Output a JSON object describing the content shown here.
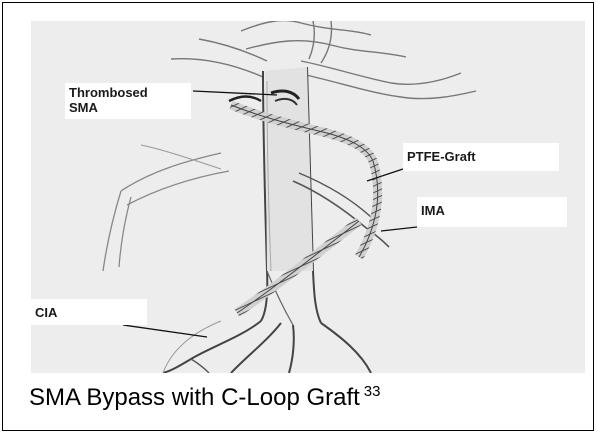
{
  "figure": {
    "labels": {
      "thrombosed_sma_line1": "Thrombosed",
      "thrombosed_sma_line2": "SMA",
      "ptfe_graft": "PTFE-Graft",
      "ima": "IMA",
      "cia": "CIA"
    }
  },
  "caption": {
    "text": "SMA Bypass with C-Loop Graft",
    "reference": "33"
  }
}
